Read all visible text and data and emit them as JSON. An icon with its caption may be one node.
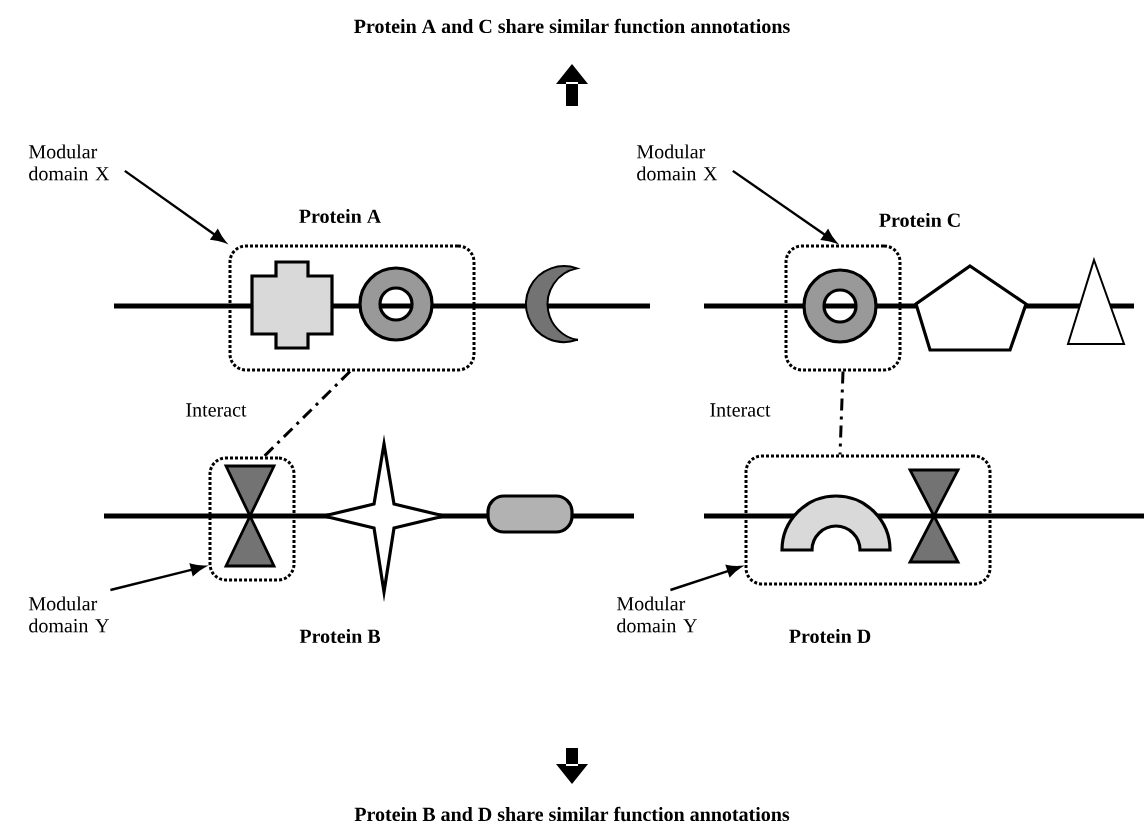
{
  "diagram": {
    "title": "Protein A and C share similar function annotations",
    "caption": "Protein B and D share similar function annotations",
    "nodes": [
      {
        "text": [
          "Modular domain X"
        ]
      },
      {
        "text": [],
        "shape": "box",
        "beside": [
          "Protein A"
        ]
      },
      {
        "text": [
          "Modular domain X"
        ]
      },
      {
        "text": [],
        "shape": "box",
        "beside": [
          "Protein C"
        ]
      },
      {
        "text": [],
        "shape": "box",
        "beside": [
          "Protein B"
        ]
      },
      {
        "text": [],
        "shape": "box",
        "beside": [
          "Protein D"
        ]
      },
      {
        "text": [
          "Modular domain Y"
        ]
      },
      {
        "text": [
          "Modular domain Y"
        ]
      }
    ],
    "edges": [
      {
        "from": 0,
        "to": 1,
        "arrow": "to"
      },
      {
        "from": 2,
        "to": 3,
        "arrow": "to"
      },
      {
        "from": 6,
        "to": 4,
        "arrow": "to"
      },
      {
        "from": 7,
        "to": 5,
        "arrow": "to"
      },
      {
        "from": 1,
        "to": 4,
        "arrow": "none",
        "label": "Interact",
        "style": "dashed"
      },
      {
        "from": 3,
        "to": 5,
        "arrow": "none",
        "label": "Interact",
        "style": "dashed"
      }
    ]
  }
}
